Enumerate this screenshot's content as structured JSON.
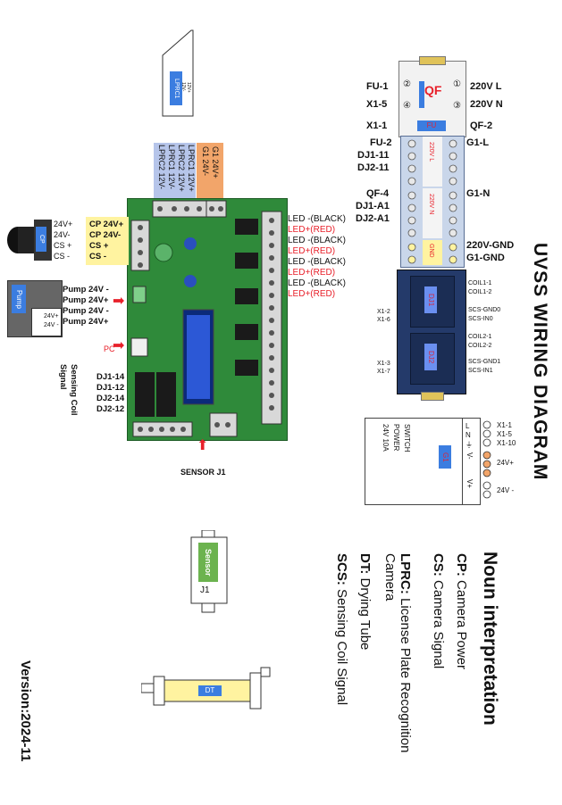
{
  "title": "UVSS WIRING DIAGRAM",
  "version": "Version:2024-11",
  "noun_heading": "Noun interpretation",
  "nouns": [
    {
      "abbr": "CP:",
      "meaning": "Camera Power"
    },
    {
      "abbr": "CS:",
      "meaning": "Camera Signal"
    },
    {
      "abbr": "LPRC:",
      "meaning": "License Plate Recognition Camera"
    },
    {
      "abbr": "DT:",
      "meaning": "Drying Tube"
    },
    {
      "abbr": "SCS:",
      "meaning": "Sensing Coil Signal"
    }
  ],
  "lprc": {
    "tag": "LPRC1",
    "pins": [
      "12V+",
      "12V-"
    ]
  },
  "lprc_pins": [
    "LPRC1 12V+",
    "LPRC2 12V+",
    "LPRC1 12V-",
    "LPRC2 12V-"
  ],
  "g1_pins": [
    "G1 24V+",
    "G1 24V-"
  ],
  "cp": {
    "tag": "CP",
    "pins": [
      "24V+",
      "24V-",
      "CS +",
      "CS -"
    ]
  },
  "cp_labels": [
    "CP 24V+",
    "CP 24V-",
    "CS +",
    "CS -"
  ],
  "pump": {
    "tag": "Pump",
    "pins": [
      "24V+",
      "24V -"
    ]
  },
  "pump_labels": [
    "Pump 24V -",
    "Pump 24V+",
    "Pump 24V -",
    "Pump 24V+"
  ],
  "pc_label": "PC",
  "sensing_coil_label": "Sensing Coil Signal",
  "dj_labels": [
    "DJ1-14",
    "DJ1-12",
    "DJ2-14",
    "DJ2-12"
  ],
  "led_labels": [
    {
      "text": "LED -(BLACK)",
      "color": "#111111"
    },
    {
      "text": "LED+(RED)",
      "color": "#e8202a"
    },
    {
      "text": "LED -(BLACK)",
      "color": "#111111"
    },
    {
      "text": "LED+(RED)",
      "color": "#e8202a"
    },
    {
      "text": "LED -(BLACK)",
      "color": "#111111"
    },
    {
      "text": "LED+(RED)",
      "color": "#e8202a"
    },
    {
      "text": "LED -(BLACK)",
      "color": "#111111"
    },
    {
      "text": "LED+(RED)",
      "color": "#e8202a"
    }
  ],
  "sensor_j1_label": "SENSOR J1",
  "sensor_tag": "Sensor",
  "sensor_id": "J1",
  "dt_tag": "DT",
  "qf": {
    "tag": "QF",
    "left_labels": [
      "FU-1",
      "X1-5"
    ],
    "right_labels": [
      "220V L",
      "220V N"
    ],
    "numbers_left": [
      "②",
      "④"
    ],
    "numbers_right": [
      "①",
      "③"
    ]
  },
  "fu_row": {
    "left": "X1-1",
    "tag": "FU",
    "right": "QF-2"
  },
  "terminal_left_labels": [
    "FU-2",
    "DJ1-11",
    "DJ2-11",
    "QF-4",
    "DJ1-A1",
    "DJ2-A1"
  ],
  "terminal_right_labels": [
    "G1-L",
    "G1-N",
    "220V-GND",
    "G1-GND"
  ],
  "terminal_inner": [
    "220V L",
    "220V N",
    "GND"
  ],
  "relay_left_labels": [
    "X1-2",
    "X1-6",
    "X1-3",
    "X1-7"
  ],
  "relay_right_labels": [
    "COIL1-1",
    "COIL1-2",
    "SCS-GND0",
    "SCS-IN0",
    "COIL2-1",
    "COIL2-2",
    "SCS-GND1",
    "SCS-IN1"
  ],
  "relays": [
    "DJ1",
    "DJ2"
  ],
  "psu": {
    "tag": "G1",
    "text": [
      "SWITCH",
      "POWER",
      "24V 10A"
    ],
    "top_terms": [
      "L",
      "N",
      "⏚"
    ],
    "side_terms": [
      "V-",
      "V+"
    ],
    "right_labels": [
      "X1-1",
      "X1-5",
      "X1-10",
      "24V+",
      "24V -"
    ]
  },
  "colors": {
    "accent_blue": "#3b7de0",
    "orange": "#f2a56a",
    "yellow": "#fff3a0",
    "lav": "#b6c5ea",
    "pcb": "#2f8a3a",
    "red": "#e8202a"
  }
}
